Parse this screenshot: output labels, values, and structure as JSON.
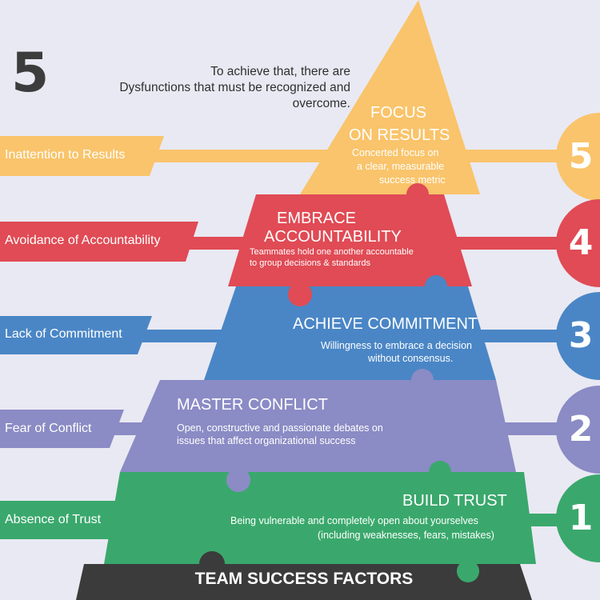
{
  "header": {
    "number": "5",
    "line1": "To achieve that, there are",
    "line2": "Dysfunctions that must be recognized and overcome."
  },
  "levels": [
    {
      "number": "1",
      "dysfunction": "Absence of Trust",
      "title": "BUILD TRUST",
      "description": [
        "Being vulnerable and completely open about yourselves",
        "(including weaknesses, fears, mistakes)"
      ],
      "color": "#3aa86c"
    },
    {
      "number": "2",
      "dysfunction": "Fear of Conflict",
      "title": "MASTER CONFLICT",
      "description": [
        "Open, constructive and passionate debates on",
        "issues that affect organizational success"
      ],
      "color": "#8b8bc5"
    },
    {
      "number": "3",
      "dysfunction": "Lack of Commitment",
      "title": "ACHIEVE COMMITMENT",
      "description": [
        "Willingness to embrace a decision",
        "without consensus."
      ],
      "color": "#4a86c6"
    },
    {
      "number": "4",
      "dysfunction": "Avoidance of Accountability",
      "title": [
        "EMBRACE",
        "ACCOUNTABILITY"
      ],
      "description": [
        "Teammates hold one another accountable",
        "to group decisions & standards"
      ],
      "color": "#e04b55"
    },
    {
      "number": "5",
      "dysfunction": "Inattention to Results",
      "title": [
        "FOCUS",
        "ON RESULTS"
      ],
      "description": [
        "Concerted focus on",
        "a clear, measurable",
        "success metric"
      ],
      "color": "#f9c46b"
    }
  ],
  "base": {
    "title": "TEAM SUCCESS FACTORS",
    "color": "#3b3b3b"
  }
}
